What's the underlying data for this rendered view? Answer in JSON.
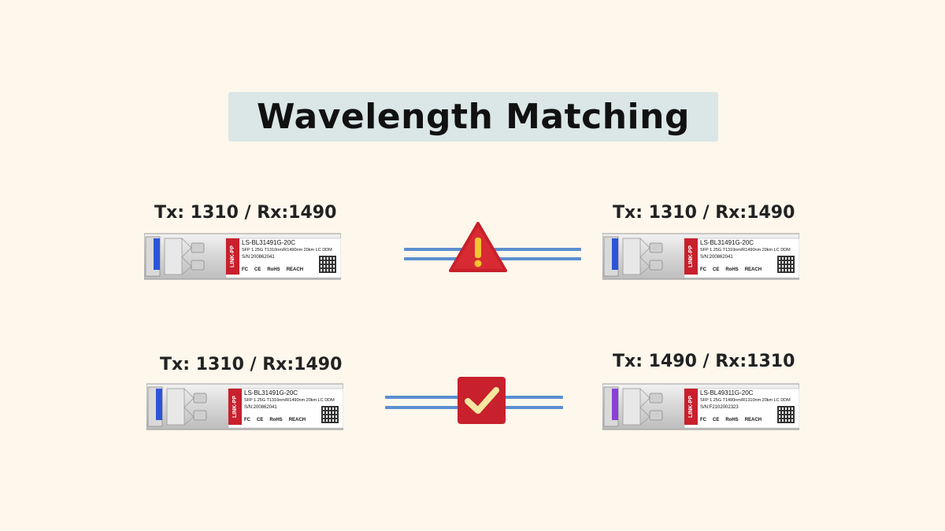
{
  "title": "Wavelength Matching",
  "pairs": [
    {
      "status": "mismatch",
      "left": {
        "label": "Tx: 1310 / Rx:1490",
        "part_number": "LS-BL31491G-20C",
        "spec": "SFP 1.25G T1310nm/R1490nm 20km LC DDM",
        "serial": "S/N:200862041",
        "latch_color": "#2b55d8"
      },
      "right": {
        "label": "Tx: 1310 / Rx:1490",
        "part_number": "LS-BL31491G-20C",
        "spec": "SFP 1.25G T1310nm/R1490nm 20km LC DDM",
        "serial": "S/N:200862041",
        "latch_color": "#2b55d8"
      },
      "icon": "warning-icon",
      "icon_color": "#c8202c"
    },
    {
      "status": "match",
      "left": {
        "label": "Tx: 1310 / Rx:1490",
        "part_number": "LS-BL31491G-20C",
        "spec": "SFP 1.25G T1310nm/R1490nm 20km LC DDM",
        "serial": "S/N:200862041",
        "latch_color": "#2b55d8"
      },
      "right": {
        "label": "Tx: 1490 / Rx:1310",
        "part_number": "LS-BL49311G-20C",
        "spec": "SFP 1.25G T1490nm/R1310nm 20km LC DDM",
        "serial": "S/N:F2102002323",
        "latch_color": "#8a3fd6"
      },
      "icon": "check-icon",
      "icon_color": "#c8202c"
    }
  ],
  "module_brand": "LINK-PP",
  "module_certs": [
    "FC",
    "CE",
    "RoHS",
    "REACH"
  ],
  "colors": {
    "fiber": "#5b8fd1",
    "label_red": "#c8202c",
    "background": "#fdf7ec"
  }
}
